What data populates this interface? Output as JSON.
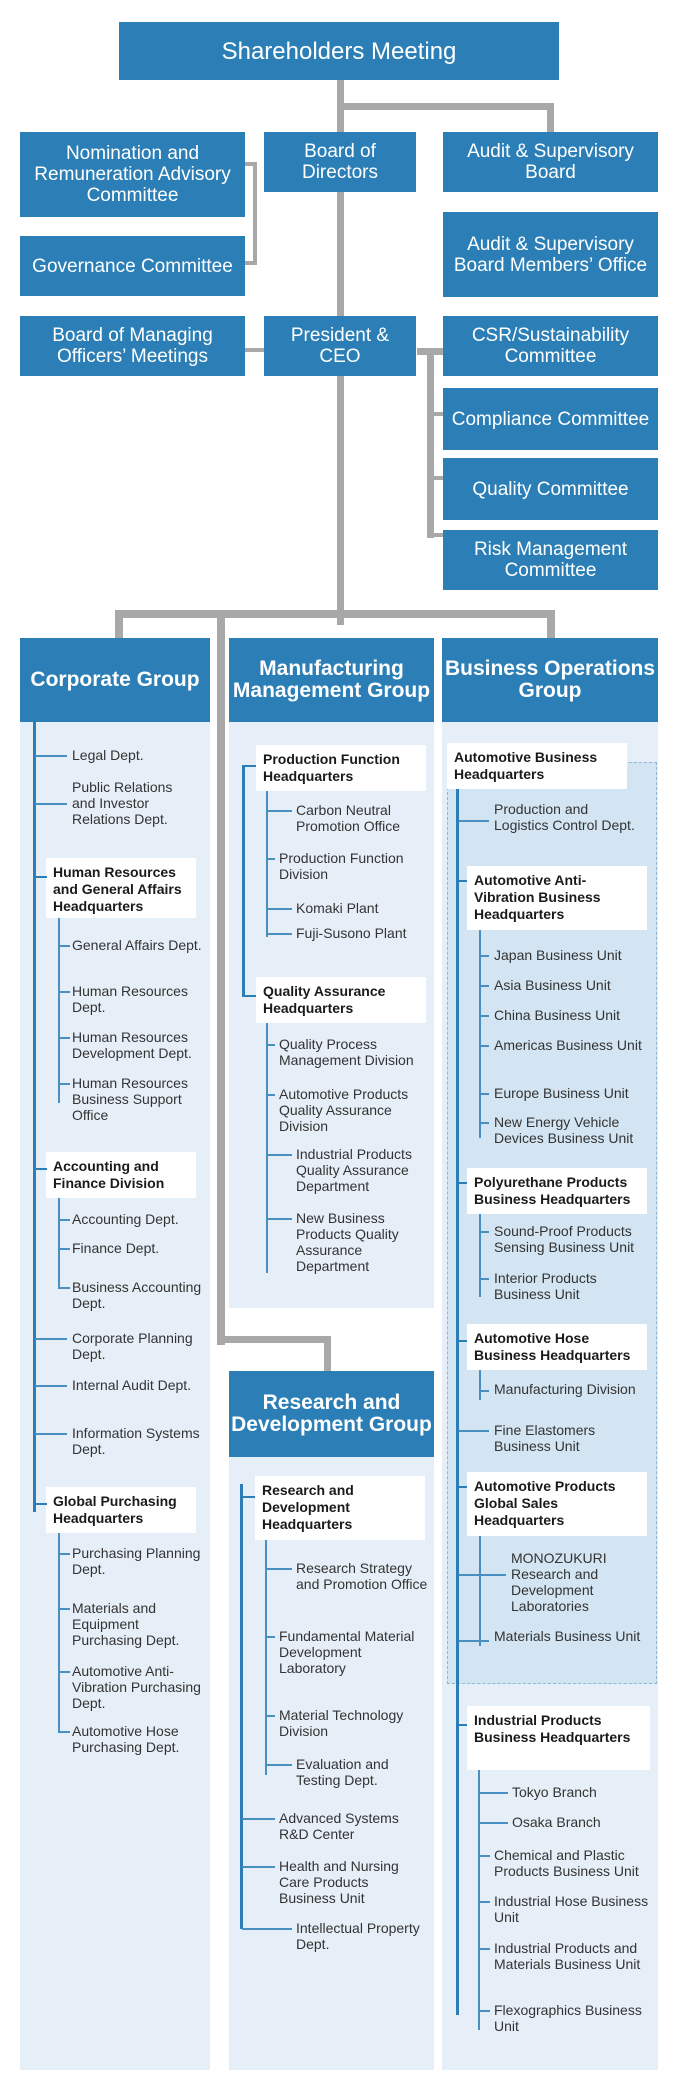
{
  "governance": {
    "shareholders": "Shareholders Meeting",
    "board": "Board of Directors",
    "audit_board": "Audit & Supervisory Board",
    "audit_office": "Audit & Supervisory Board Members’ Office",
    "nomination": "Nomination and Remuneration Advisory Committee",
    "gov_committee": "Governance Committee",
    "managing": "Board of Managing Officers’ Meetings",
    "president": "President & CEO",
    "csr": "CSR/Sustainability Committee",
    "compliance": "Compliance Committee",
    "quality": "Quality Committee",
    "risk": "Risk Management Committee"
  },
  "corporate": {
    "title": "Corporate Group",
    "top": [
      "Legal Dept.",
      "Public Relations and Investor Relations Dept."
    ],
    "hr": {
      "title": "Human Resources and General Affairs Headquarters",
      "items": [
        "General Affairs Dept.",
        "Human Resources Dept.",
        "Human Resources Development Dept.",
        "Human Resources Business Support Office"
      ]
    },
    "acc": {
      "title": "Accounting and Finance Division",
      "items": [
        "Accounting Dept.",
        "Finance Dept.",
        "Business Accounting Dept."
      ]
    },
    "mid": [
      "Corporate Planning Dept.",
      "Internal Audit Dept.",
      "Information Systems Dept."
    ],
    "gp": {
      "title": "Global Purchasing Headquarters",
      "items": [
        "Purchasing Planning Dept.",
        "Materials and Equipment Purchasing Dept.",
        "Automotive Anti-Vibration Purchasing Dept.",
        "Automotive Hose Purchasing Dept."
      ]
    }
  },
  "manufacturing": {
    "title": "Manufacturing Management Group",
    "pf": {
      "title": "Production Function Headquarters",
      "items": [
        "Carbon Neutral Promotion Office",
        "Production Function Division",
        "Komaki Plant",
        "Fuji-Susono Plant"
      ]
    },
    "qa": {
      "title": "Quality Assurance Headquarters",
      "items": [
        "Quality Process Management Division",
        "Automotive Products Quality Assurance Division",
        "Industrial Products Quality Assurance Department",
        "New Business Products Quality Assurance Department"
      ]
    }
  },
  "rnd": {
    "title": "Research and Development Group",
    "hq": {
      "title": "Research and Development Headquarters",
      "items": [
        "Research Strategy and Promotion Office",
        "Fundamental Material Development Laboratory",
        "Material Technology Division",
        "Evaluation and Testing Dept."
      ]
    },
    "rest": [
      "Advanced Systems R&D Center",
      "Health and Nursing Care Products Business Unit",
      "Intellectual Property Dept."
    ]
  },
  "business": {
    "title": "Business Operations Group",
    "auto": {
      "title": "Automotive Business Headquarters",
      "plc": "Production and Logistics Control Dept.",
      "av": {
        "title": "Automotive Anti-Vibration Business Headquarters",
        "items": [
          "Japan Business Unit",
          "Asia Business Unit",
          "China Business Unit",
          "Americas Business Unit",
          "Europe Business Unit",
          "New Energy Vehicle Devices Business Unit"
        ]
      },
      "pu": {
        "title": "Polyurethane Products Business Headquarters",
        "items": [
          "Sound-Proof Products Sensing Business Unit",
          "Interior Products Business Unit"
        ]
      },
      "hose": {
        "title": "Automotive Hose Business Headquarters",
        "items": [
          "Manufacturing Division",
          "Fine Elastomers Business Unit"
        ]
      },
      "gs": {
        "title": "Automotive Products Global Sales Headquarters",
        "items": [
          "MONOZUKURI Research and Development Laboratories",
          "Materials Business Unit"
        ]
      }
    },
    "ind": {
      "title": "Industrial Products Business Headquarters",
      "items": [
        "Tokyo Branch",
        "Osaka Branch",
        "Chemical and Plastic Products Business Unit",
        "Industrial Hose Business Unit",
        "Industrial Products and Materials Business Unit",
        "Flexographics Business Unit"
      ]
    }
  },
  "colors": {
    "primary": "#2b7fb6",
    "panel": "#e6eff8",
    "connector": "#a8a8a8",
    "subpanel": "#d3e5f2"
  }
}
